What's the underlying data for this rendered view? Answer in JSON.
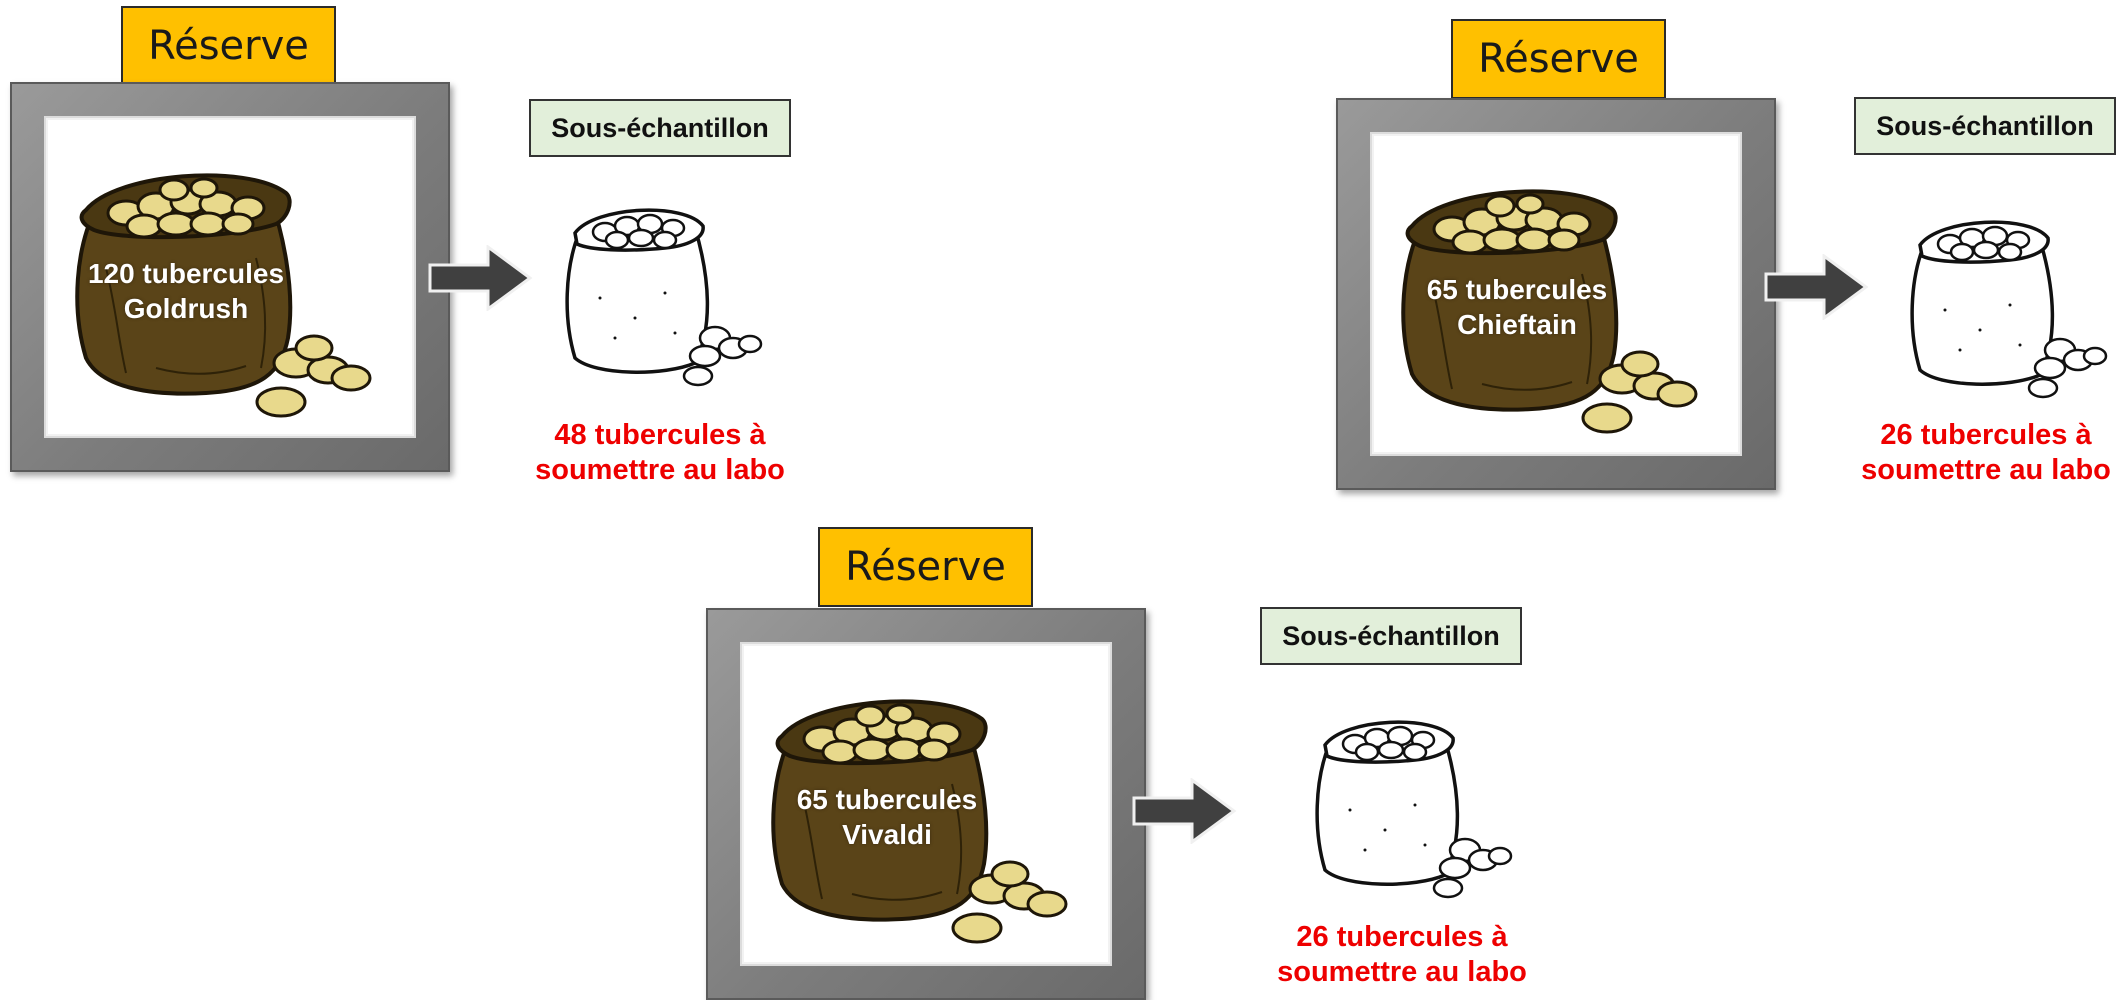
{
  "reserve_label": "Réserve",
  "subsample_label": "Sous-échantillon",
  "colors": {
    "reserve_fill": "#ffc000",
    "subsample_fill": "#e2efda",
    "lab_text": "#ee0000",
    "frame": "#808080",
    "arrow": "#404040",
    "bag_brown": "#5a4418",
    "potato": "#e8d98c"
  },
  "blocks": [
    {
      "id": "goldrush",
      "bag_count": "120 tubercules",
      "variety": "Goldrush",
      "lab_count": "48 tubercules à",
      "lab_dest": "soumettre au labo"
    },
    {
      "id": "chieftain",
      "bag_count": "65 tubercules",
      "variety": "Chieftain",
      "lab_count": "26 tubercules à",
      "lab_dest": "soumettre au labo"
    },
    {
      "id": "vivaldi",
      "bag_count": "65 tubercules",
      "variety": "Vivaldi",
      "lab_count": "26 tubercules à",
      "lab_dest": "soumettre au labo"
    }
  ]
}
